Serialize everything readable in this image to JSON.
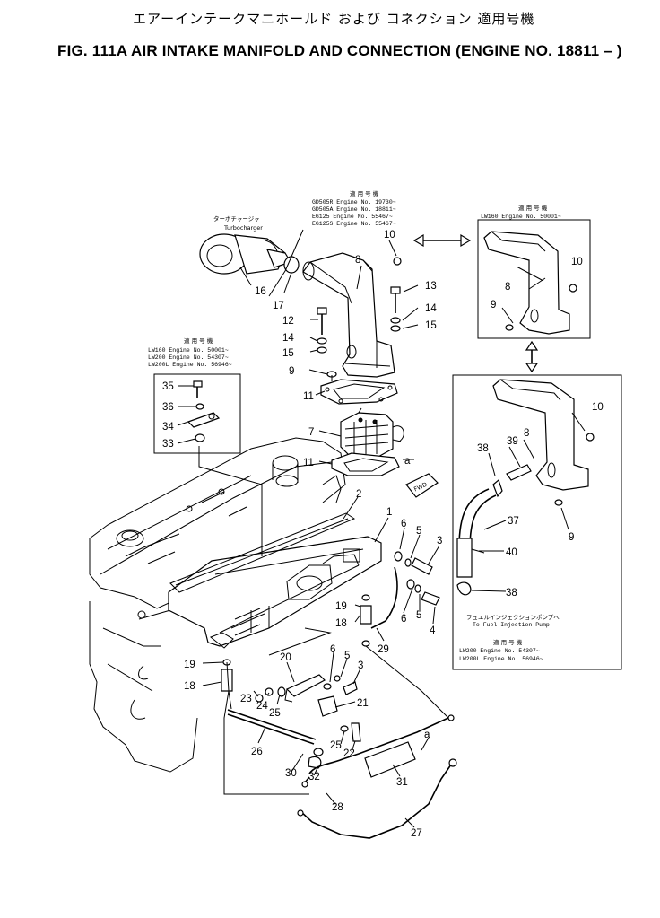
{
  "title": {
    "japanese": "エアーインテークマニホールド および コネクション 適用号機",
    "english": "FIG. 111A  AIR INTAKE MANIFOLD AND CONNECTION (ENGINE NO. 18811 – )"
  },
  "turbocharger": {
    "label_jp": "ターボチャージャ",
    "label_en": "Turbocharger"
  },
  "fwd_tag": "FWD",
  "applicability_top": {
    "header": "適 用 号 機",
    "rows": [
      "GD505R  Engine  No.  19730~",
      "GD505A  Engine  No.  18811~",
      "EG125   Engine  No.  55467~",
      "EG125S  Engine  No.  55467~"
    ]
  },
  "applicability_left": {
    "header": "適 用 号 機",
    "rows": [
      "LW160   Engine  No.  50001~",
      "LW200   Engine  No.  54307~",
      "LW200L  Engine  No.  56946~"
    ]
  },
  "applicability_right": {
    "header": "適 用 号 機",
    "rows": [
      "LW160    Engine  No.  50001~"
    ]
  },
  "applicability_bottom": {
    "note_jp": "フュエルインジェクションポンプへ",
    "note_en": "To Fuel Injection Pump",
    "header": "適 用 号 機",
    "rows": [
      "LW200   Engine  No.  54307~",
      "LW200L  Engine  No.  56946~"
    ]
  },
  "callouts": {
    "c1": "1",
    "c2": "2",
    "c3": "3",
    "c4": "4",
    "c5": "5",
    "c6": "6",
    "c7": "7",
    "c8": "8",
    "c9": "9",
    "c10": "10",
    "c11": "11",
    "c12": "12",
    "c13": "13",
    "c14": "14",
    "c15": "15",
    "c16": "16",
    "c17": "17",
    "c18": "18",
    "c19": "19",
    "c20": "20",
    "c21": "21",
    "c22": "22",
    "c23": "23",
    "c24": "24",
    "c25": "25",
    "c26": "26",
    "c27": "27",
    "c28": "28",
    "c29": "29",
    "c30": "30",
    "c31": "31",
    "c32": "32",
    "c33": "33",
    "c34": "34",
    "c35": "35",
    "c36": "36",
    "c37": "37",
    "c38": "38",
    "c39": "39",
    "c40": "40",
    "ref_a": "a"
  }
}
